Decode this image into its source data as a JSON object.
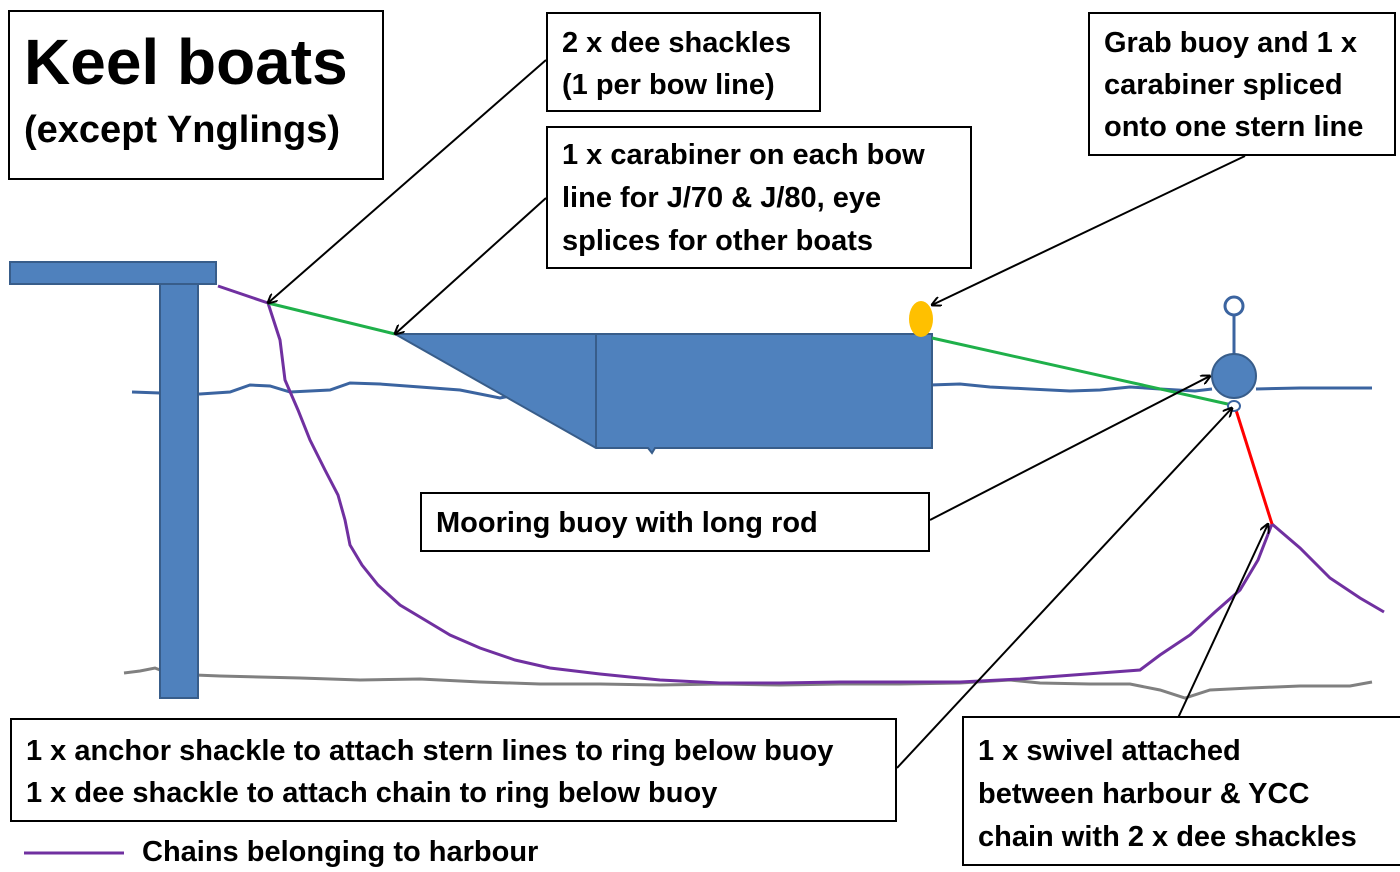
{
  "title": {
    "main": "Keel boats",
    "sub": "(except Ynglings)"
  },
  "callouts": {
    "dee_shackles": [
      "2 x dee shackles",
      "(1 per bow line)"
    ],
    "grab_buoy": [
      "Grab buoy and 1 x",
      "carabiner spliced",
      "onto one stern line"
    ],
    "carabiner": [
      "1 x carabiner on each bow",
      "line for J/70 & J/80, eye",
      "splices for other boats"
    ],
    "mooring_buoy": [
      "Mooring buoy with long rod"
    ],
    "anchor_shackle": [
      "1 x anchor shackle to attach stern lines to ring below buoy",
      "1 x dee shackle to attach chain to ring below buoy"
    ],
    "swivel": [
      "1 x swivel attached",
      "between harbour & YCC",
      "chain with 2 x dee shackles"
    ]
  },
  "legend": {
    "harbour_chain": "Chains belonging to harbour"
  },
  "colors": {
    "structure_blue": "#4f81bd",
    "structure_outline": "#385d8a",
    "harbour_chain": "#7030a0",
    "mooring_line": "#1fb04a",
    "ycc_chain": "#ff0000",
    "grab_buoy": "#ffc000",
    "seabed": "#808080",
    "water": "#3b64a0"
  }
}
